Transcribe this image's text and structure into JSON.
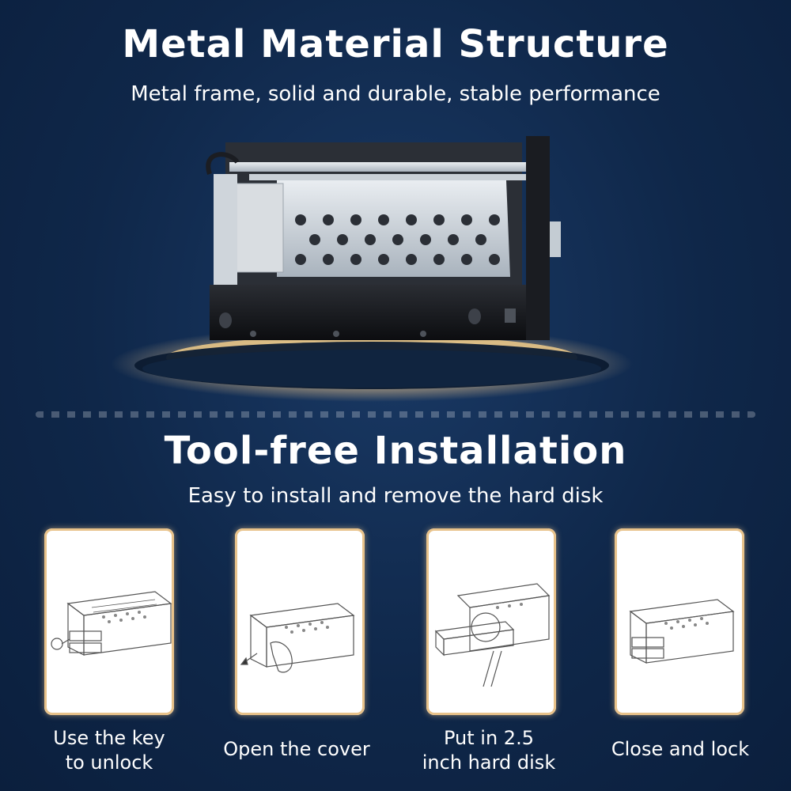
{
  "section1": {
    "title": "Metal Material Structure",
    "subtitle": "Metal frame, solid and durable, stable performance"
  },
  "section2": {
    "title": "Tool-free Installation",
    "subtitle": "Easy to install and remove the hard disk"
  },
  "steps": [
    {
      "line1": "Use the key",
      "line2": "to unlock"
    },
    {
      "line1": "Open the cover",
      "line2": ""
    },
    {
      "line1": "Put in 2.5",
      "line2": "inch hard disk"
    },
    {
      "line1": "Close and lock",
      "line2": ""
    }
  ],
  "colors": {
    "background": "#0f2749",
    "accent_gold": "#e8c28a",
    "text": "#ffffff"
  }
}
